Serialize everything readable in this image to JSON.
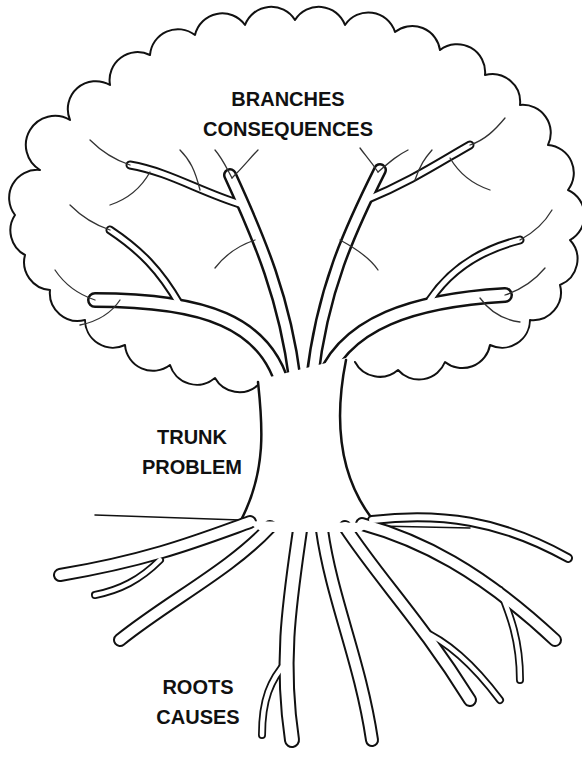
{
  "diagram": {
    "labels": [
      "BRANCHES CONSEQUENCES",
      "TRUNK PROBLEM",
      "ROOTS CAUSES"
    ]
  }
}
